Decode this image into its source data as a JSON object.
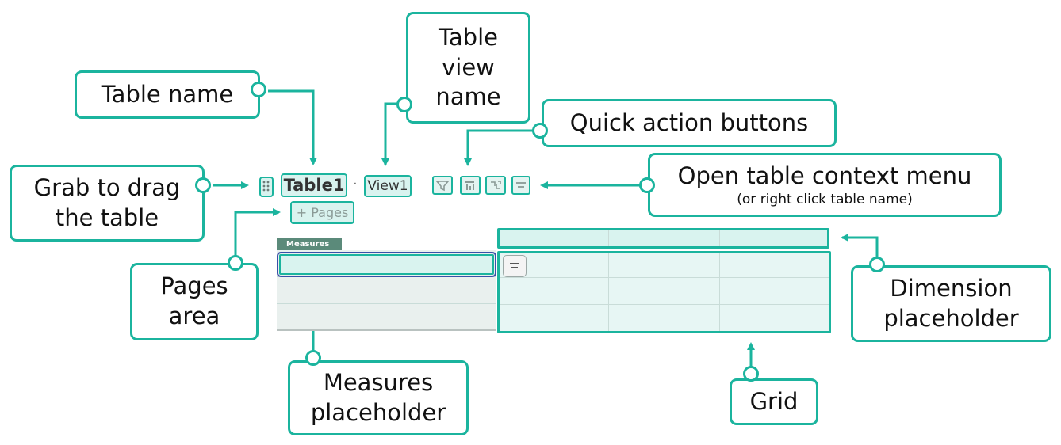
{
  "callouts": {
    "table_name": "Table name",
    "table_view_name": [
      "Table",
      "view",
      "name"
    ],
    "quick_action_buttons": "Quick action buttons",
    "grab_to_drag": [
      "Grab to drag",
      "the table"
    ],
    "open_context_menu": "Open table context menu",
    "open_context_menu_note": "(or right click table name)",
    "pages_area": [
      "Pages",
      "area"
    ],
    "dimension_placeholder": [
      "Dimension",
      "placeholder"
    ],
    "measures_placeholder": [
      "Measures",
      "placeholder"
    ],
    "grid": "Grid"
  },
  "ui": {
    "table_name": "Table1",
    "separator": "·",
    "view_name": "View1",
    "pages_button": "+ Pages",
    "measures_tab": "Measures",
    "grip_icon": "grip-vertical-icon",
    "quick_action_icons": [
      "filter-icon",
      "chart-icon",
      "pivot-icon"
    ],
    "menu_icon": "menu-lines-icon"
  },
  "colors": {
    "accent": "#1bb49e",
    "highlight": "#d9f3ef",
    "selection": "#3a4fa8"
  }
}
